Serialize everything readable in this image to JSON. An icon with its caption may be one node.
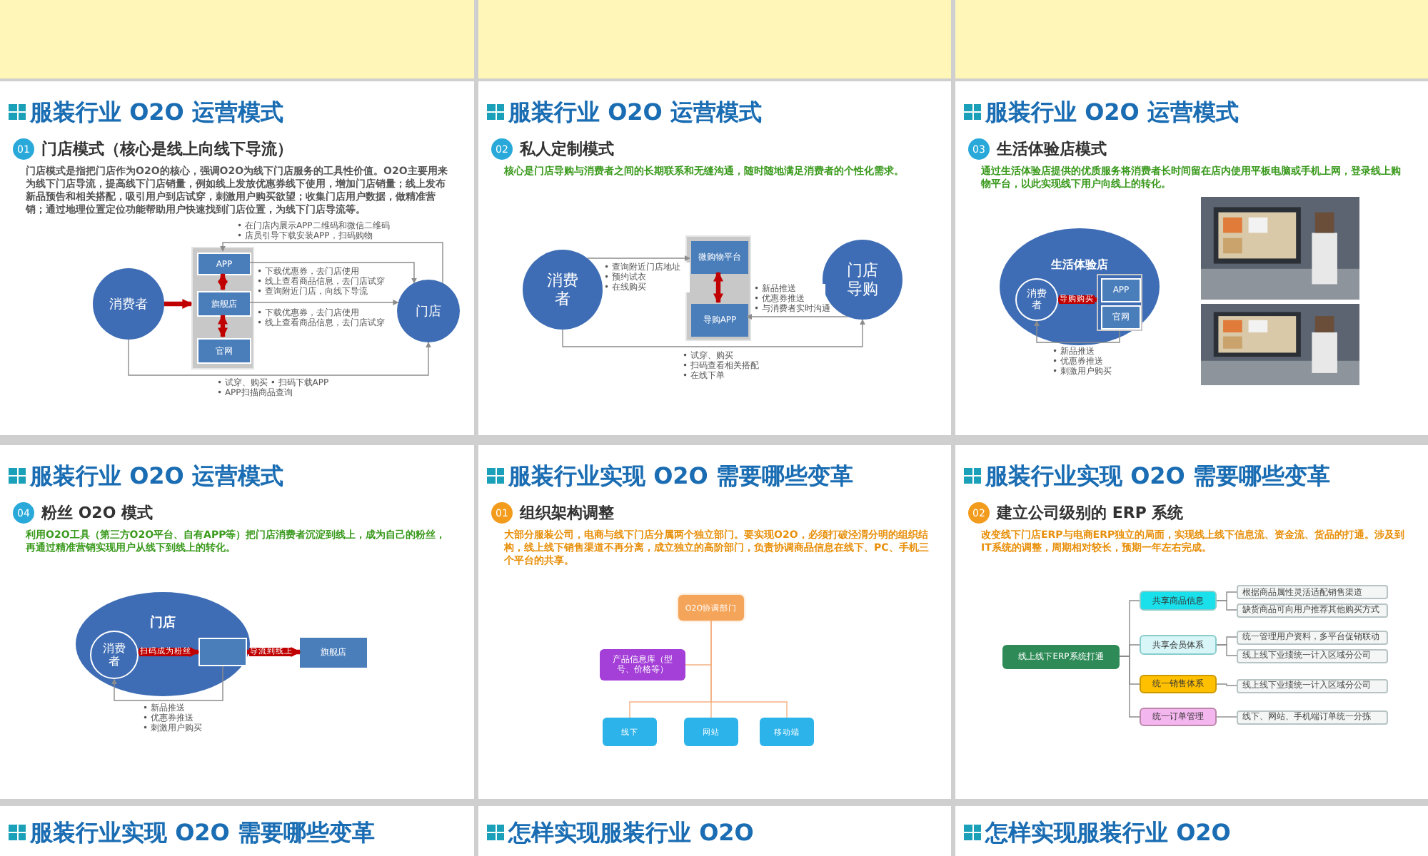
{
  "diagram": {
    "nodes": [
      {
        "text": [
          "服装行业 O2O 运营模式",
          "01",
          "门店模式（核心是线上向线下导流）",
          "门店模式是指把门店作为O2O的核心，强调O2O为线下门店服务的工具性价值。O2O主要用来为线下门店导流，提高线下门店销量，例如线上发放优惠券线下使用，增加门店销量；线上发布新品预告和相关搭配，吸引用户到店试穿，刺激用户购买欲望；收集门店用户数据，做精准营销；通过地理位置定位功能帮助用户快速找到门店位置，为线下门店导流等。"
        ]
      },
      {
        "text": [
          "消费者"
        ],
        "in": 0
      },
      {
        "text": [
          "门店"
        ],
        "in": 0
      },
      {
        "text": [],
        "shape": "box",
        "in": 0
      },
      {
        "text": [
          "APP"
        ],
        "in": 3
      },
      {
        "text": [
          "旗舰店"
        ],
        "in": 3
      },
      {
        "text": [
          "官网"
        ],
        "in": 3
      },
      {
        "text": [
          "服装行业 O2O 运营模式",
          "02",
          "私人定制模式",
          "核心是门店导购与消费者之间的长期联系和无缝沟通，随时随地满足消费者的个性化需求。"
        ]
      },
      {
        "text": [
          "消费者"
        ],
        "in": 7
      },
      {
        "text": [
          "门店导购"
        ],
        "in": 7
      },
      {
        "text": [],
        "shape": "box",
        "in": 7
      },
      {
        "text": [
          "微购物平台"
        ],
        "in": 10
      },
      {
        "text": [
          "导购APP"
        ],
        "in": 10
      },
      {
        "text": [
          "服装行业 O2O 运营模式",
          "03",
          "生活体验店模式",
          "通过生活体验店提供的优质服务将消费者长时间留在店内使用平板电脑或手机上网，登录线上购物平台，以此实现线下用户向线上的转化。"
        ]
      },
      {
        "text": [
          "生活体验店"
        ],
        "in": 13
      },
      {
        "text": [
          "消费者"
        ],
        "in": 14
      },
      {
        "text": [],
        "shape": "box",
        "in": 14
      },
      {
        "text": [
          "APP"
        ],
        "in": 16
      },
      {
        "text": [
          "官网"
        ],
        "in": 16
      },
      {
        "text": [],
        "shape": "picture",
        "in": 13
      },
      {
        "text": [],
        "shape": "picture",
        "in": 13
      },
      {
        "text": [
          "服装行业 O2O 运营模式",
          "04",
          "粉丝 O2O 模式",
          "利用O2O工具（第三方O2O平台、自有APP等）把门店消费者沉淀到线上，成为自己的粉丝，再通过精准营销实现用户从线下到线上的转化。"
        ]
      },
      {
        "text": [
          "门店"
        ],
        "in": 21
      },
      {
        "text": [
          "消费者"
        ],
        "in": 22
      },
      {
        "text": [],
        "shape": "box",
        "in": 22
      },
      {
        "text": [
          "旗舰店"
        ],
        "in": 21
      },
      {
        "text": [
          "服装行业实现 O2O 需要哪些变革",
          "01",
          "组织架构调整",
          "大部分服装公司，电商与线下门店分属两个独立部门。要实现O2O，必须打破泾渭分明的组织结构，线上线下销售渠道不再分离，成立独立的高阶部门，负责协调商品信息在线下、PC、手机三个平台的共享。"
        ]
      },
      {
        "text": [
          "O2O协调部门"
        ],
        "in": 26
      },
      {
        "text": [
          "产品信息库（型号、价格等）"
        ],
        "in": 26
      },
      {
        "text": [
          "线下"
        ],
        "in": 26
      },
      {
        "text": [
          "网站"
        ],
        "in": 26
      },
      {
        "text": [
          "移动端"
        ],
        "in": 26
      },
      {
        "text": [
          "服装行业实现 O2O 需要哪些变革",
          "02",
          "建立公司级别的 ERP 系统",
          "改变线下门店ERP与电商ERP独立的局面，实现线上线下信息流、资金流、货品的打通。涉及到IT系统的调整，周期相对较长，预期一年左右完成。"
        ]
      },
      {
        "text": [
          "线上线下ERP系统打通"
        ],
        "in": 32
      },
      {
        "text": [
          "共享商品信息"
        ],
        "in": 32
      },
      {
        "text": [
          "共享会员体系"
        ],
        "in": 32
      },
      {
        "text": [
          "统一销售体系"
        ],
        "in": 32
      },
      {
        "text": [
          "统一订单管理"
        ],
        "in": 32
      },
      {
        "text": [
          "根据商品属性灵活适配销售渠道"
        ],
        "in": 32
      },
      {
        "text": [
          "缺货商品可向用户推荐其他购买方式"
        ],
        "in": 32
      },
      {
        "text": [
          "统一管理用户资料，多平台促销联动"
        ],
        "in": 32
      },
      {
        "text": [
          "线上线下业绩统一计入区域分公司"
        ],
        "in": 32
      },
      {
        "text": [
          "线上线下业绩统一计入区域分公司"
        ],
        "in": 32
      },
      {
        "text": [
          "线下、网站、手机端订单统一分拣"
        ],
        "in": 32
      },
      {
        "text": [
          "服装行业实现 O2O 需要哪些变革"
        ]
      },
      {
        "text": [
          "怎样实现服装行业 O2O"
        ]
      },
      {
        "text": [
          "怎样实现服装行业 O2O"
        ]
      }
    ],
    "edges": [
      {
        "from": 2,
        "to": 4,
        "arrow": "to",
        "label": "• 在门店内展示APP二维码和微信二维码 • 店员引导下载安装APP，扫码购物"
      },
      {
        "from": 4,
        "to": 2,
        "arrow": "to",
        "label": "• 下载优惠券，去门店使用 • 线上查看商品信息，去门店试穿 • 查询附近门店，向线下导流"
      },
      {
        "from": 5,
        "to": 2,
        "arrow": "to",
        "label": "• 下载优惠券，去门店使用 • 线上查看商品信息，去门店试穿"
      },
      {
        "from": 1,
        "to": 2,
        "arrow": "to",
        "label": "• 试穿、购买 • 扫码下载APP • APP扫描商品查询"
      },
      {
        "from": 1,
        "to": 3,
        "arrow": "to",
        "style": "thick",
        "color": "#c00000"
      },
      {
        "from": 4,
        "to": 5,
        "arrow": "both",
        "style": "thick",
        "color": "#c00000"
      },
      {
        "from": 5,
        "to": 6,
        "arrow": "both",
        "style": "thick",
        "color": "#c00000"
      },
      {
        "from": 8,
        "to": 11,
        "arrow": "to",
        "label": "• 查询附近门店地址 • 预约试衣 • 在线购买"
      },
      {
        "from": 9,
        "to": 12,
        "arrow": "to",
        "label": "• 新品推送 • 优惠券推送 • 与消费者实时沟通"
      },
      {
        "from": 8,
        "to": 9,
        "arrow": "to",
        "label": "• 试穿、购买 • 扫码查看相关搭配 • 在线下单"
      },
      {
        "from": 11,
        "to": 12,
        "arrow": "both",
        "style": "thick",
        "color": "#c00000"
      },
      {
        "from": 15,
        "to": 16,
        "arrow": "to",
        "style": "thick",
        "color": "#c00000",
        "label": "导购购买"
      },
      {
        "from": 16,
        "to": 15,
        "arrow": "to",
        "label": "• 新品推送 • 优惠券推送 • 刺激用户购买"
      },
      {
        "from": 23,
        "to": 24,
        "arrow": "to",
        "style": "thick",
        "color": "#c00000",
        "label": "扫码成为粉丝"
      },
      {
        "from": 24,
        "to": 25,
        "arrow": "to",
        "style": "thick",
        "color": "#c00000",
        "label": "导流到线上"
      },
      {
        "from": 24,
        "to": 23,
        "arrow": "to",
        "label": "• 新品推送 • 优惠券推送 • 刺激用户购买"
      },
      {
        "from": 27,
        "to": 28,
        "arrow": "none",
        "color": "#f4b183"
      },
      {
        "from": 27,
        "to": 29,
        "arrow": "none",
        "color": "#f4b183"
      },
      {
        "from": 27,
        "to": 30,
        "arrow": "none",
        "color": "#f4b183"
      },
      {
        "from": 27,
        "to": 31,
        "arrow": "none",
        "color": "#f4b183"
      },
      {
        "from": 33,
        "to": 34,
        "arrow": "none"
      },
      {
        "from": 33,
        "to": 35,
        "arrow": "none"
      },
      {
        "from": 33,
        "to": 36,
        "arrow": "none"
      },
      {
        "from": 33,
        "to": 37,
        "arrow": "none"
      },
      {
        "from": 34,
        "to": 38,
        "arrow": "none"
      },
      {
        "from": 34,
        "to": 39,
        "arrow": "none"
      },
      {
        "from": 35,
        "to": 40,
        "arrow": "none"
      },
      {
        "from": 35,
        "to": 41,
        "arrow": "none"
      },
      {
        "from": 36,
        "to": 42,
        "arrow": "none"
      },
      {
        "from": 37,
        "to": 43,
        "arrow": "none"
      }
    ]
  }
}
